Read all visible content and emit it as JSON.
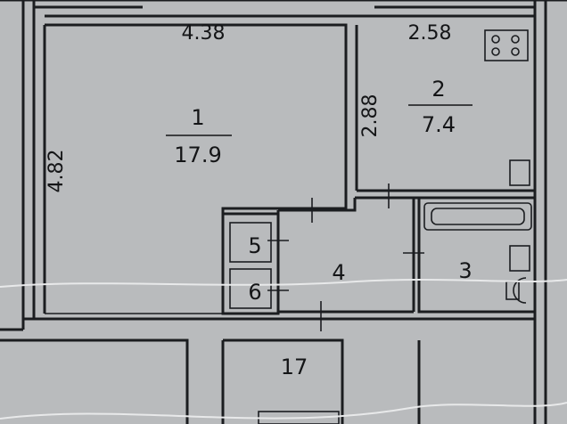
{
  "plan": {
    "dimensions": {
      "room1_width": "4.38",
      "room1_height": "4.82",
      "room2_width": "2.58",
      "room2_height": "2.88"
    },
    "rooms": [
      {
        "number": "1",
        "area": "17.9"
      },
      {
        "number": "2",
        "area": "7.4"
      },
      {
        "number": "3"
      },
      {
        "number": "4"
      },
      {
        "number": "5"
      },
      {
        "number": "6"
      },
      {
        "number": "17"
      }
    ],
    "colors": {
      "paper": "#b9bbbd",
      "ink": "#1b1d20"
    }
  }
}
